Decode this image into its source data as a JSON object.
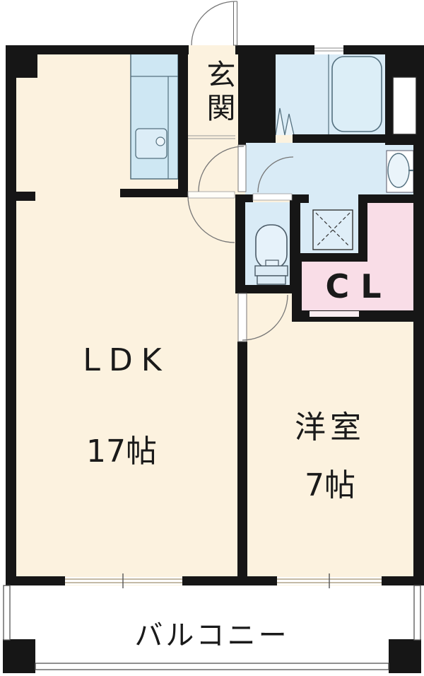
{
  "labels": {
    "ldk": "LDK",
    "ldk_size": "17帖",
    "western_room": "洋室",
    "western_room_size": "7帖",
    "entrance": "玄関",
    "closet": "CL",
    "balcony": "バルコニー"
  },
  "colors": {
    "floor": "#fcf2df",
    "wet_area": "#d9ebf6",
    "closet_fill": "#f9dde7",
    "wall": "#161616",
    "fixture_line": "#54707f",
    "window_frame": "#b0a488"
  }
}
